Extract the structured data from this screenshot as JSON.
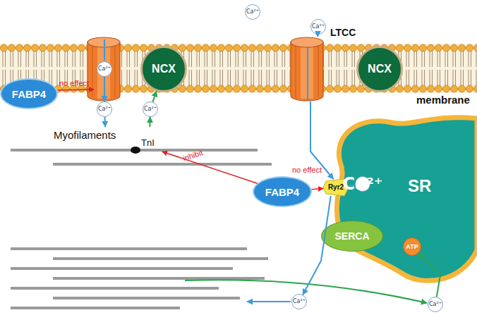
{
  "diagram": {
    "nodes": [
      {
        "text": [
          "Ca²⁺"
        ]
      },
      {
        "text": [
          "Ca²⁺"
        ]
      },
      {
        "text": [
          "LTCC"
        ]
      },
      {
        "text": [
          "Ca²⁺"
        ]
      },
      {
        "text": [
          "NCX"
        ]
      },
      {
        "text": [
          "NCX"
        ]
      },
      {
        "text": [
          "FABP4"
        ]
      },
      {
        "text": [
          "Ca²⁺"
        ]
      },
      {
        "text": [
          "Ca²⁺"
        ]
      },
      {
        "text": [
          "Myofilaments"
        ]
      },
      {
        "text": [
          "FABP4"
        ]
      },
      {
        "text": [
          "SR"
        ]
      },
      {
        "text": [
          "Ryr2"
        ],
        "in": 11
      },
      {
        "text": [
          "Ca²⁺"
        ],
        "in": 11
      },
      {
        "text": [
          "SERCA"
        ],
        "in": 11
      },
      {
        "text": [
          "ATP"
        ],
        "in": 11
      },
      {
        "text": [
          "Ca²⁺"
        ]
      },
      {
        "text": [
          "Ca²⁺"
        ]
      }
    ],
    "edges": [
      {
        "from": 1,
        "to": 2,
        "arrow": "to"
      },
      {
        "from": 2,
        "to": 12,
        "arrow": "to"
      },
      {
        "from": 3,
        "to": 7,
        "arrow": "to"
      },
      {
        "from": 7,
        "to": 9,
        "arrow": "to"
      },
      {
        "from": 9,
        "to": 8,
        "arrow": "to"
      },
      {
        "from": 8,
        "to": 4,
        "arrow": "to"
      },
      {
        "from": 10,
        "to": 9,
        "label": "inhibit",
        "arrow": "to"
      },
      {
        "from": 10,
        "to": 12,
        "label": "no effect",
        "arrow": "to"
      },
      {
        "from": 12,
        "to": 13,
        "arrow": "none"
      },
      {
        "from": 12,
        "to": 16,
        "arrow": "to"
      },
      {
        "from": 17,
        "to": 15,
        "arrow": "to"
      }
    ],
    "labels": [
      "no effect",
      "membrane",
      "TnI"
    ]
  }
}
